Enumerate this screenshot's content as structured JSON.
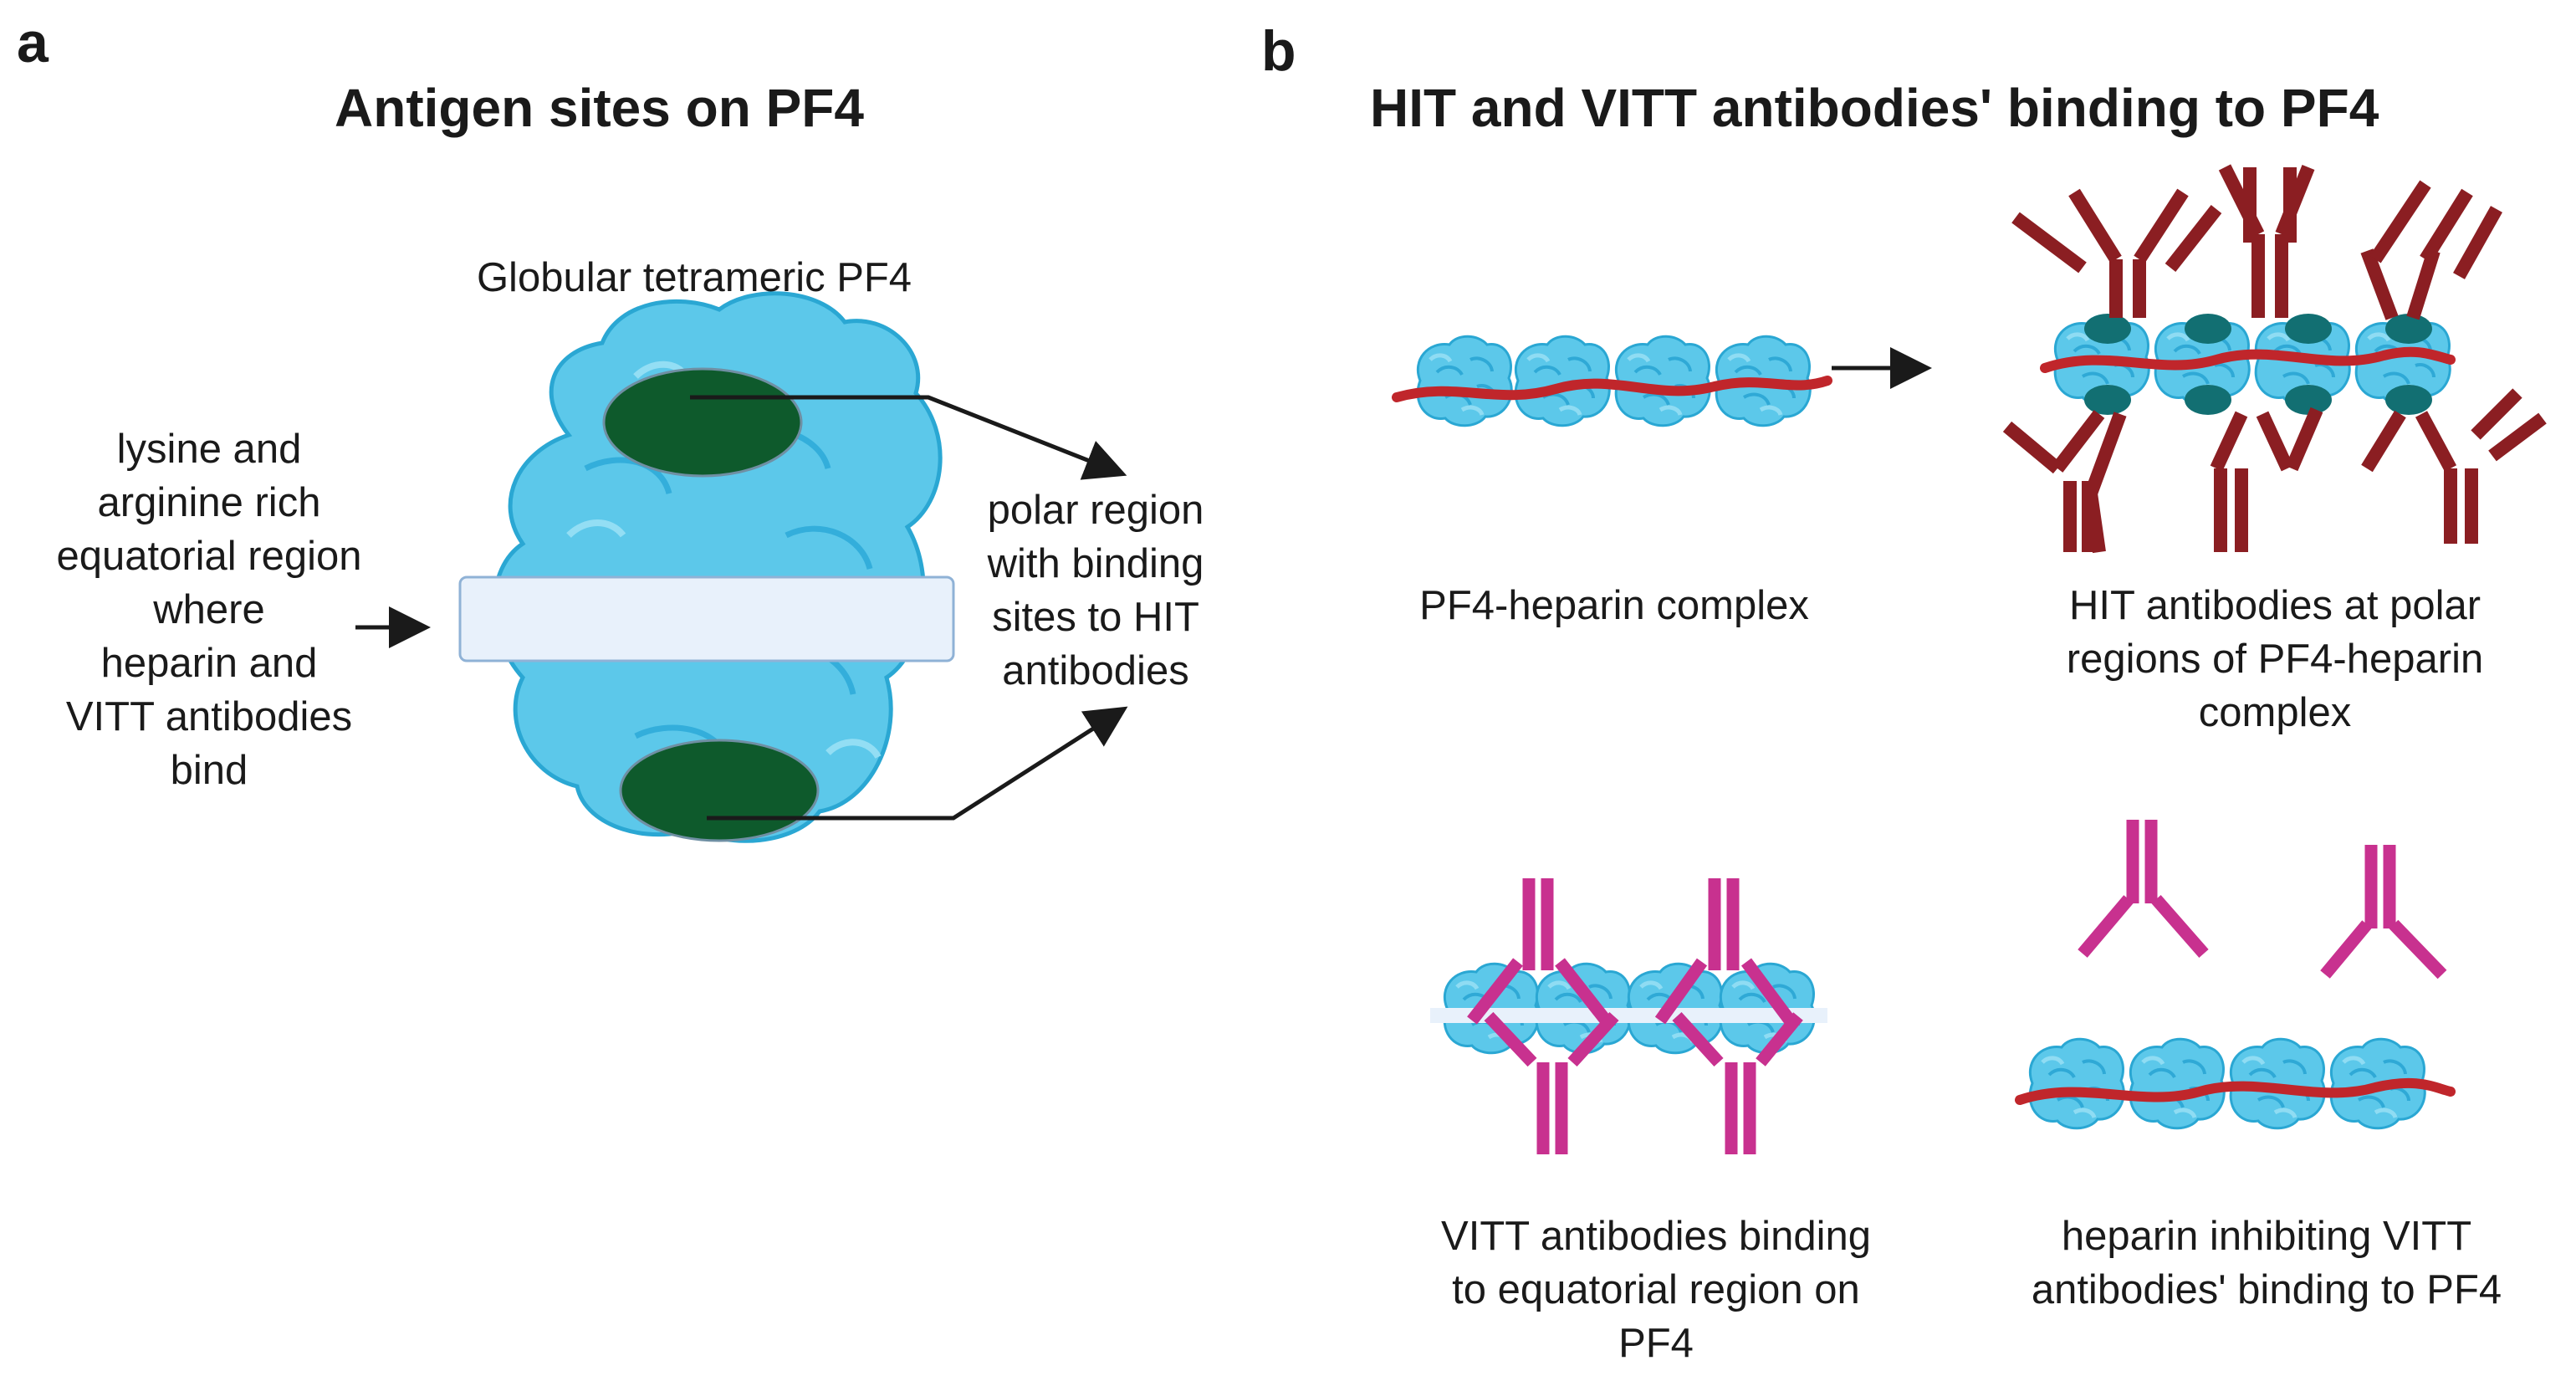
{
  "panel_a": {
    "letter": "a",
    "title": "Antigen sites on PF4",
    "globule_label": "Globular tetrameric PF4",
    "left_label_lines": [
      "lysine and",
      "arginine rich",
      "equatorial region",
      "where",
      "heparin and",
      "VITT antibodies",
      "bind"
    ],
    "right_label_lines": [
      "polar region",
      "with binding",
      "sites to HIT",
      "antibodies"
    ]
  },
  "panel_b": {
    "letter": "b",
    "title": "HIT and VITT antibodies' binding to PF4",
    "complex_label": "PF4-heparin complex",
    "hit_label_lines": [
      "HIT antibodies at polar",
      "regions of PF4-heparin",
      "complex"
    ],
    "vitt_label_lines": [
      "VITT antibodies binding",
      "to equatorial region on",
      "PF4"
    ],
    "inhibit_label_lines": [
      "heparin inhibiting VITT",
      "antibodies' binding to PF4"
    ]
  },
  "colors": {
    "pf4_blue": "#5cc8ea",
    "pf4_dark": "#2aa7d3",
    "polar_green": "#0e5a2c",
    "heparin_red": "#c0262b",
    "hit_antibody": "#8b1e22",
    "vitt_antibody": "#c8318f",
    "band": "#e8f1fb"
  }
}
